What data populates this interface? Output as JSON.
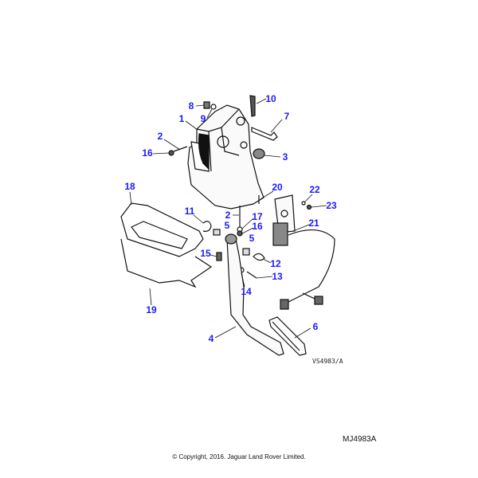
{
  "diagram": {
    "callouts": [
      "1",
      "2",
      "3",
      "4",
      "5",
      "6",
      "7",
      "8",
      "9",
      "10",
      "11",
      "12",
      "13",
      "14",
      "15",
      "16",
      "17",
      "18",
      "19",
      "20",
      "21",
      "22",
      "23"
    ],
    "drawing_ref": "VS4983/A",
    "diagram_code": "MJ4983A",
    "copyright": "© Copyright, 2016. Jaguar Land Rover Limited.",
    "label_color": "#1a1aff"
  }
}
